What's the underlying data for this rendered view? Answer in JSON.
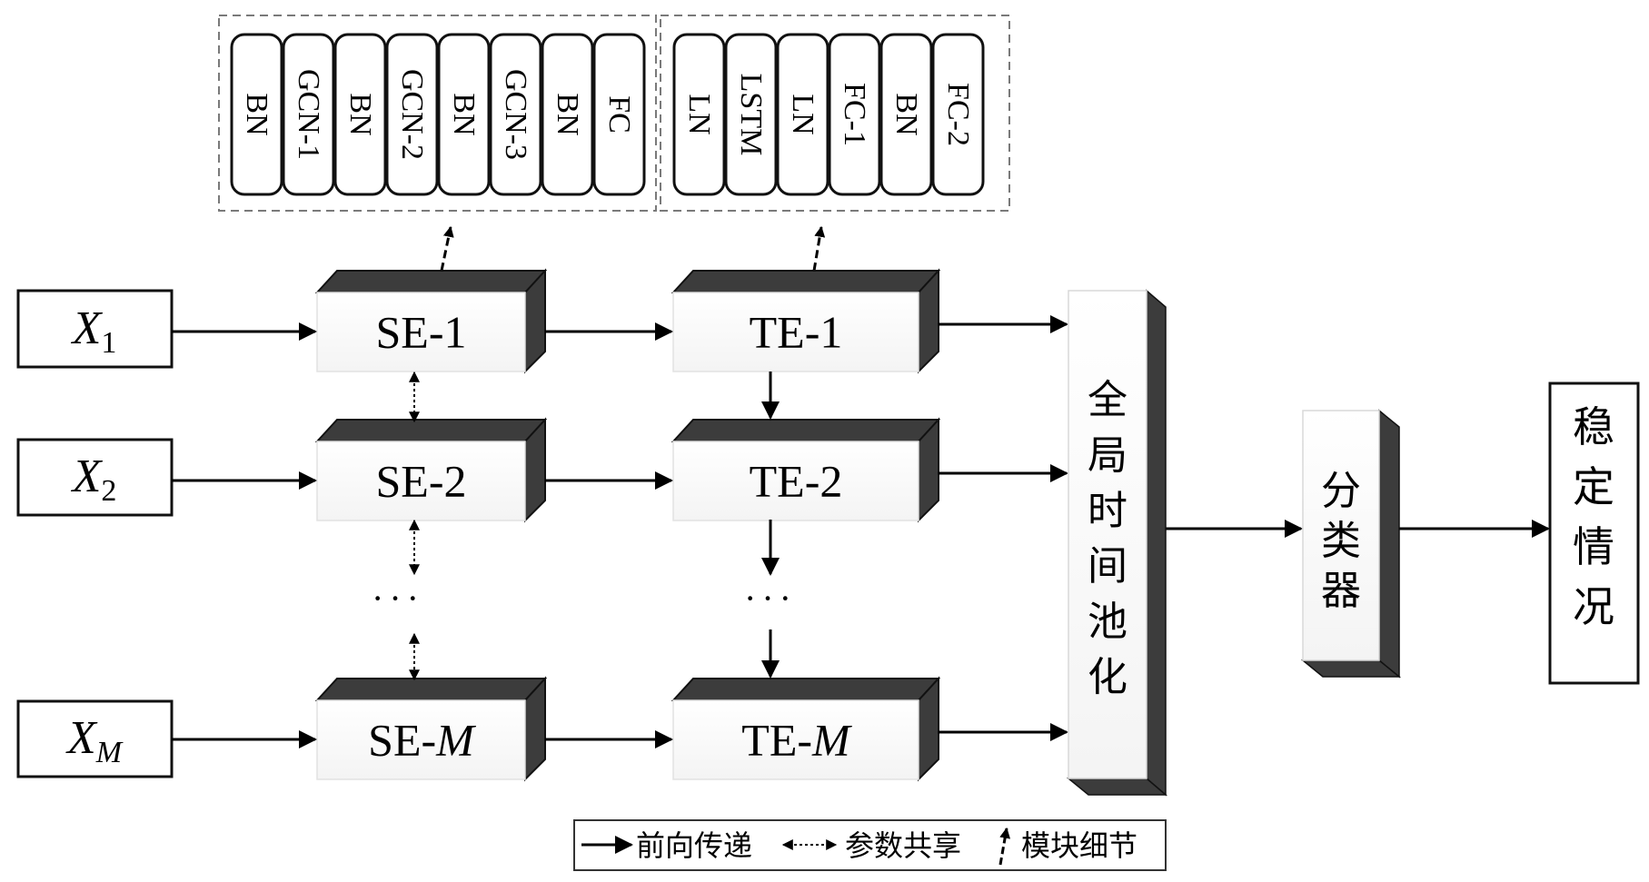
{
  "detail_panels": {
    "spatial": {
      "layers": [
        "BN",
        "GCN-1",
        "BN",
        "GCN-2",
        "BN",
        "GCN-3",
        "BN",
        "FC"
      ]
    },
    "temporal": {
      "layers": [
        "LN",
        "LSTM",
        "LN",
        "FC-1",
        "BN",
        "FC-2"
      ]
    }
  },
  "inputs": [
    {
      "base": "X",
      "sub": "1",
      "sub_italic": false
    },
    {
      "base": "X",
      "sub": "2",
      "sub_italic": false
    },
    {
      "base": "X",
      "sub": "M",
      "sub_italic": true
    }
  ],
  "spatial_encoders": [
    {
      "prefix": "SE-",
      "index": "1",
      "index_italic": false
    },
    {
      "prefix": "SE-",
      "index": "2",
      "index_italic": false
    },
    {
      "prefix": "SE-",
      "index": "M",
      "index_italic": true
    }
  ],
  "temporal_encoders": [
    {
      "prefix": "TE-",
      "index": "1",
      "index_italic": false
    },
    {
      "prefix": "TE-",
      "index": "2",
      "index_italic": false
    },
    {
      "prefix": "TE-",
      "index": "M",
      "index_italic": true
    }
  ],
  "ellipsis": "···",
  "pooling": {
    "label": "全局时间池化"
  },
  "classifier": {
    "label": "分类器"
  },
  "output": {
    "label": "稳定情况"
  },
  "legend": {
    "forward": "前向传递",
    "param_sharing": "参数共享",
    "module_detail": "模块细节"
  },
  "colors": {
    "box_dark": "#3c3c3c",
    "box_edge": "#111111",
    "dash_border": "#7a7a7a",
    "line": "#000000"
  }
}
